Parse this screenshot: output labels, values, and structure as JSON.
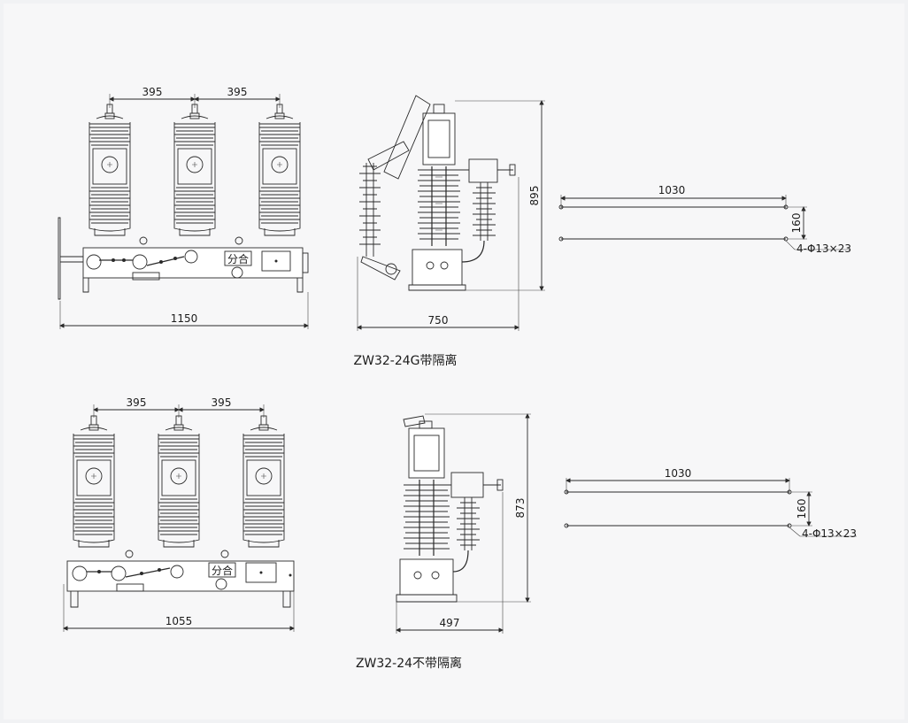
{
  "drawing1": {
    "caption": "ZW32-24G带隔离",
    "front": {
      "pitch_left": "395",
      "pitch_right": "395",
      "width": "1150",
      "label_open_close": "分合"
    },
    "side": {
      "height": "895",
      "depth": "750"
    },
    "mount": {
      "length": "1030",
      "spacing": "160",
      "holes": "4-Φ13×23"
    }
  },
  "drawing2": {
    "caption": "ZW32-24不带隔离",
    "front": {
      "pitch_left": "395",
      "pitch_right": "395",
      "width": "1055",
      "label_open_close": "分合"
    },
    "side": {
      "height": "873",
      "depth": "497"
    },
    "mount": {
      "length": "1030",
      "spacing": "160",
      "holes": "4-Φ13×23"
    }
  },
  "colors": {
    "line": "#2a2a2a",
    "background": "#f7f7f8"
  }
}
